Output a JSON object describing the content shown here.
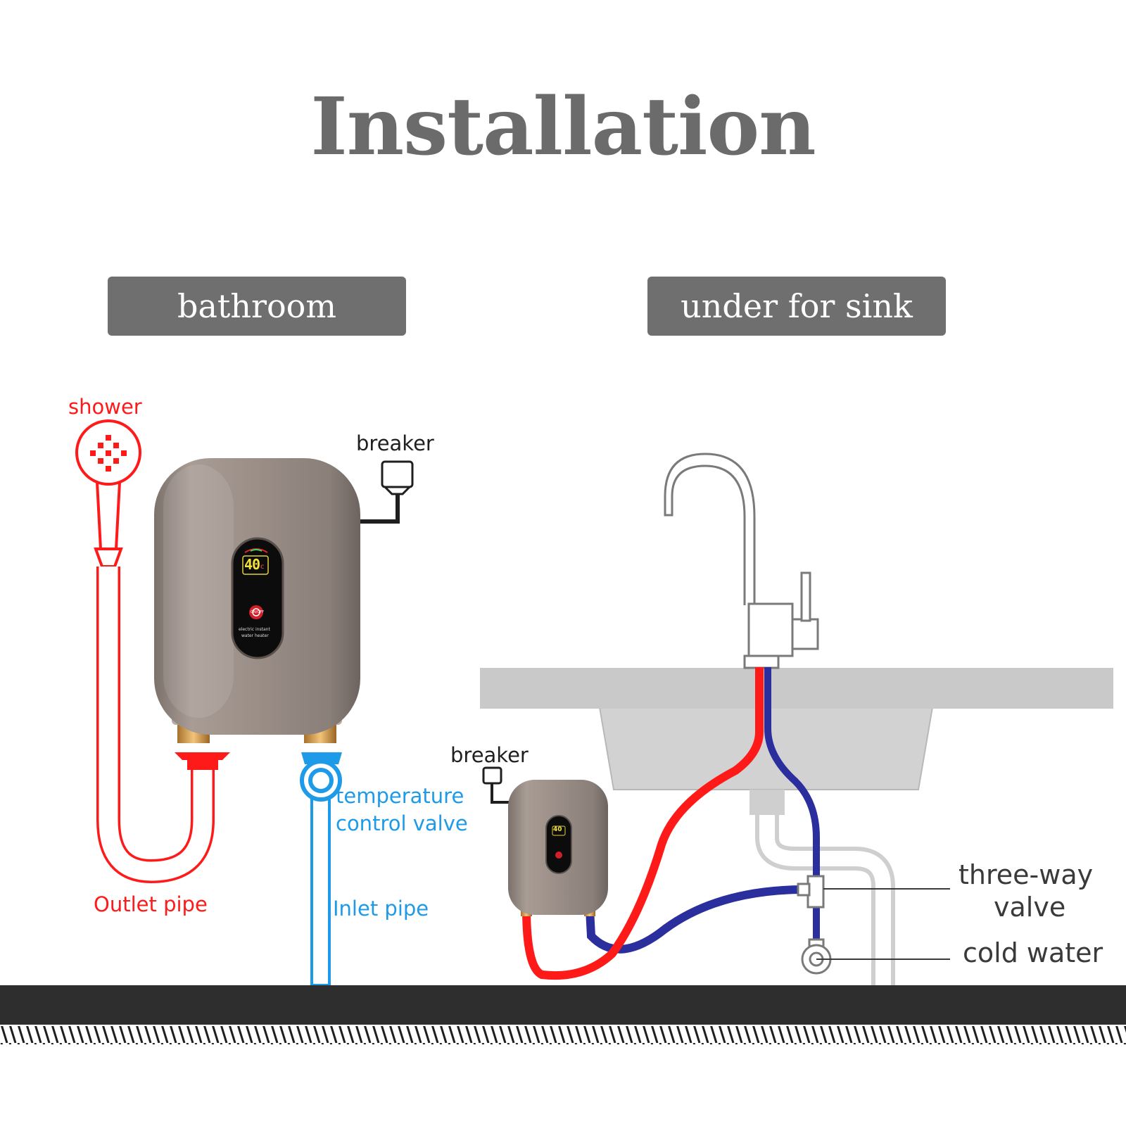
{
  "title": "Installation",
  "sections": {
    "bathroom": {
      "tag": "bathroom",
      "labels": {
        "shower": "shower",
        "breaker": "breaker",
        "outlet_pipe": "Outlet pipe",
        "temperature_valve_line1": "temperature",
        "temperature_valve_line2": "control valve",
        "inlet_pipe": "Inlet pipe"
      },
      "heater": {
        "display_temp": "40",
        "display_unit": "c",
        "power_label": "ON/OFF",
        "brand_line1": "electric instant",
        "brand_line2": "water heater"
      }
    },
    "sink": {
      "tag": "under for sink",
      "labels": {
        "breaker": "breaker",
        "three_way_valve_line1": "three-way",
        "three_way_valve_line2": "valve",
        "cold_water": "cold water"
      },
      "heater": {
        "display_temp": "40"
      }
    }
  },
  "colors": {
    "title": "#6b6b6b",
    "tag_bg": "#6f6f6f",
    "hot": "#ff1a1a",
    "cold": "#1e9be8",
    "hose_blue": "#2b2f9e",
    "heater_body": "#9d918a",
    "counter": "#c9c9c9",
    "floor": "#2e2e2e"
  }
}
